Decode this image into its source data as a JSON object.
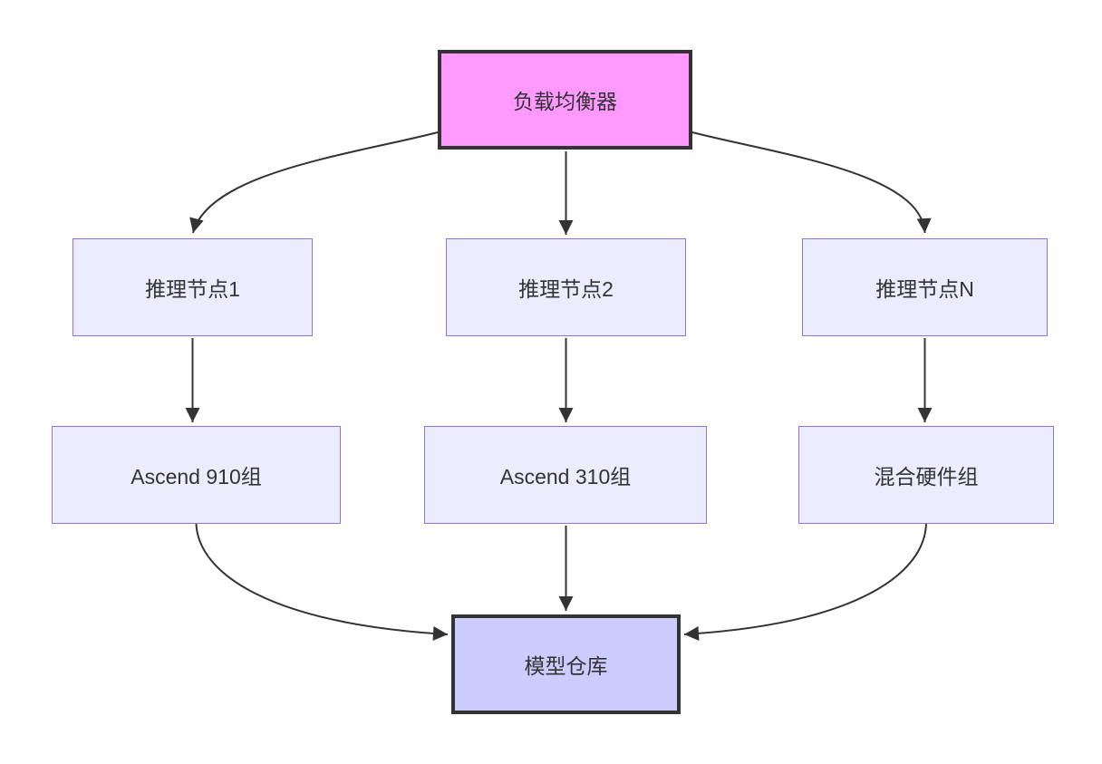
{
  "diagram": {
    "type": "flowchart-top-down",
    "background": "#FFFFFF",
    "nodes": [
      {
        "id": "load-balancer",
        "label": "负载均衡器"
      },
      {
        "id": "inference-node-1",
        "label": "推理节点1"
      },
      {
        "id": "inference-node-2",
        "label": "推理节点2"
      },
      {
        "id": "inference-node-n",
        "label": "推理节点N"
      },
      {
        "id": "ascend-910-group",
        "label": "Ascend 910组"
      },
      {
        "id": "ascend-310-group",
        "label": "Ascend 310组"
      },
      {
        "id": "mixed-hardware-group",
        "label": "混合硬件组"
      },
      {
        "id": "model-repository",
        "label": "模型仓库"
      }
    ],
    "edges": [
      {
        "from": "负载均衡器",
        "to": "推理节点1"
      },
      {
        "from": "负载均衡器",
        "to": "推理节点2"
      },
      {
        "from": "负载均衡器",
        "to": "推理节点N"
      },
      {
        "from": "推理节点1",
        "to": "Ascend 910组"
      },
      {
        "from": "推理节点2",
        "to": "Ascend 310组"
      },
      {
        "from": "推理节点N",
        "to": "混合硬件组"
      },
      {
        "from": "Ascend 910组",
        "to": "模型仓库"
      },
      {
        "from": "Ascend 310组",
        "to": "模型仓库"
      },
      {
        "from": "混合硬件组",
        "to": "模型仓库"
      }
    ],
    "colors": {
      "load_balancer_fill": "#FF99FF",
      "default_node_fill": "#ECECFF",
      "default_node_stroke": "#9370DB",
      "model_repo_fill": "#CCCCFF",
      "emphasis_stroke": "#333333",
      "edge_stroke": "#333333",
      "text": "#333333",
      "background": "#FFFFFF"
    }
  }
}
